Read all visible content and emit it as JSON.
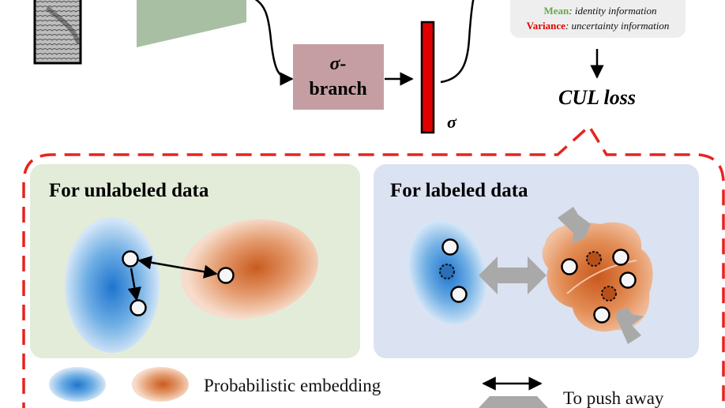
{
  "top": {
    "sigma_branch_symbol": "σ-",
    "sigma_branch_word": "branch",
    "sigma_output_label": "σ",
    "mean_key": "Mean",
    "mean_text": ": identity information",
    "variance_key": "Variance",
    "variance_text": ": uncertainty information",
    "loss_label": "CUL loss"
  },
  "panels": {
    "unlabeled_title": "For unlabeled data",
    "labeled_title": "For labeled data"
  },
  "legend": {
    "embedding_label": "Probabilistic embedding",
    "push_label": "To push away"
  },
  "colors": {
    "mean_green": "#6aa84f",
    "variance_red": "#e00000",
    "sigma_bar_red": "#e00000",
    "dashed_border_red": "#e52420",
    "unlabeled_panel_bg": "#e2ecd9",
    "labeled_panel_bg": "#dbe2f1",
    "sigma_branch_bg": "#c59ea3",
    "blue_embedding": "#2f7ed1",
    "orange_embedding": "#d9692b",
    "arrow_gray": "#a9a9a9"
  }
}
